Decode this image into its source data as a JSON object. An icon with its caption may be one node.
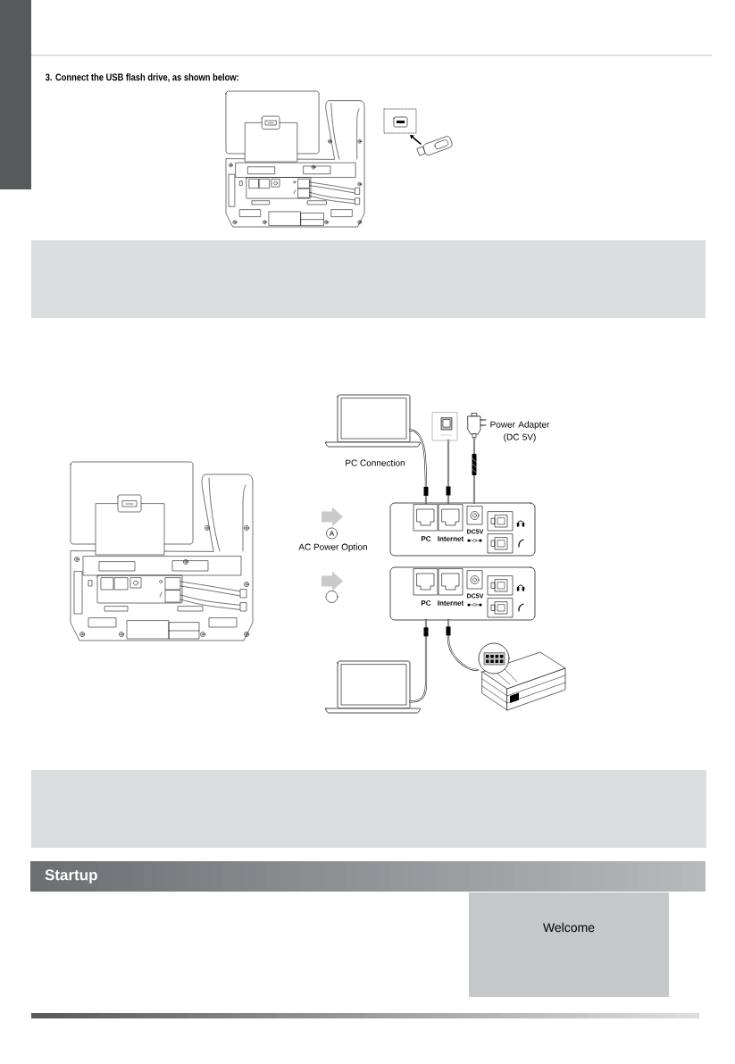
{
  "diagram": {
    "nodes": [
      {
        "text": [],
        "shape": "bar"
      },
      {
        "text": [],
        "shape": "box"
      },
      {
        "text": [],
        "shape": "picture",
        "beside": [
          "PC Connection"
        ]
      },
      {
        "text": [],
        "shape": "picture"
      },
      {
        "text": [],
        "shape": "picture",
        "beside": [
          "Power Adapter (DC 5V)"
        ]
      },
      {
        "text": [
          "PC",
          "Internet",
          "DC5V"
        ]
      },
      {
        "text": [
          "PC",
          "Internet",
          "DC5V"
        ]
      },
      {
        "text": [],
        "shape": "picture"
      },
      {
        "text": [],
        "shape": "picture"
      },
      {
        "text": [],
        "shape": "box"
      },
      {
        "text": [
          "Startup"
        ]
      },
      {
        "text": [
          "Welcome"
        ]
      }
    ],
    "edges": [
      {
        "from": 2,
        "to": 5,
        "arrow": "none"
      },
      {
        "from": 3,
        "to": 5,
        "arrow": "none"
      },
      {
        "from": 4,
        "to": 5,
        "arrow": "none"
      },
      {
        "from": 6,
        "to": 7,
        "arrow": "none"
      },
      {
        "from": 6,
        "to": 8,
        "arrow": "none"
      }
    ],
    "labels": [
      "3. Connect the USB flash drive, as shown below:",
      "A",
      "AC Power Option"
    ]
  }
}
